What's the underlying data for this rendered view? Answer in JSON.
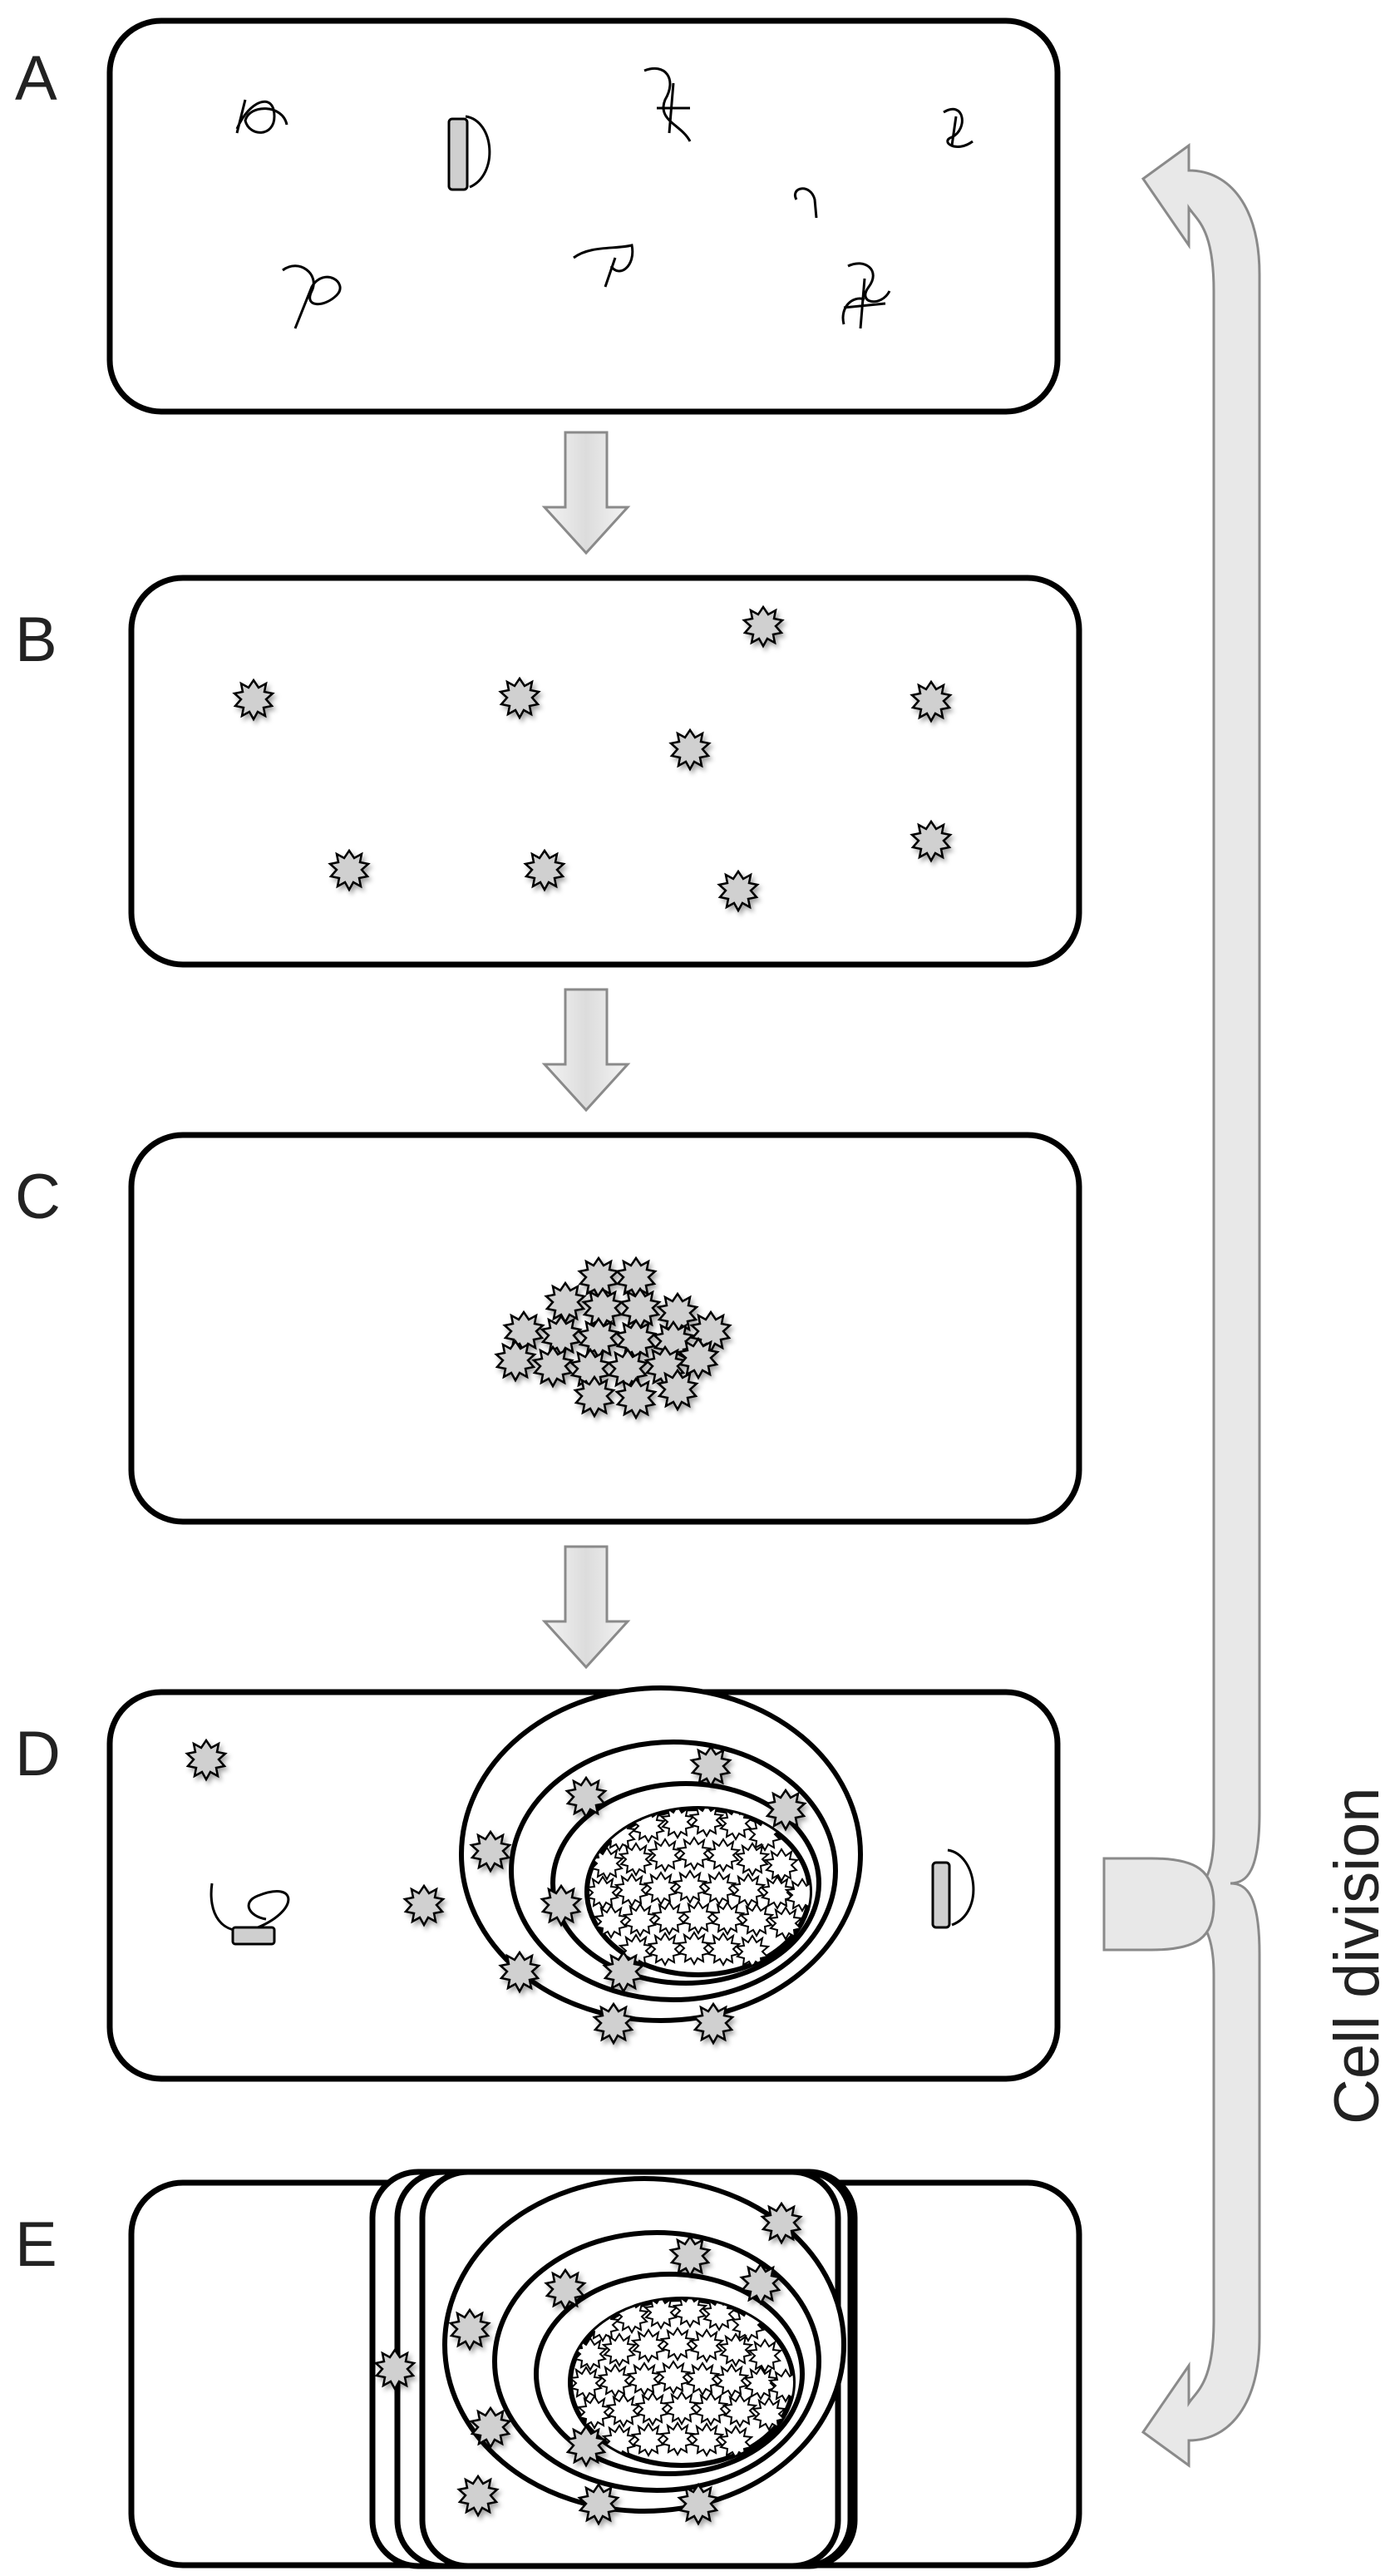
{
  "panels": [
    {
      "label": "A"
    },
    {
      "label": "B"
    },
    {
      "label": "C"
    },
    {
      "label": "D"
    },
    {
      "label": "E"
    }
  ],
  "side_label": "Cell division",
  "colors": {
    "stroke": "#000000",
    "arrow_fill": "#e6e6e6",
    "arrow_stroke": "#8a8a8a",
    "particle_fill": "#d0d0d0",
    "protein_fill": "#cccccc"
  }
}
